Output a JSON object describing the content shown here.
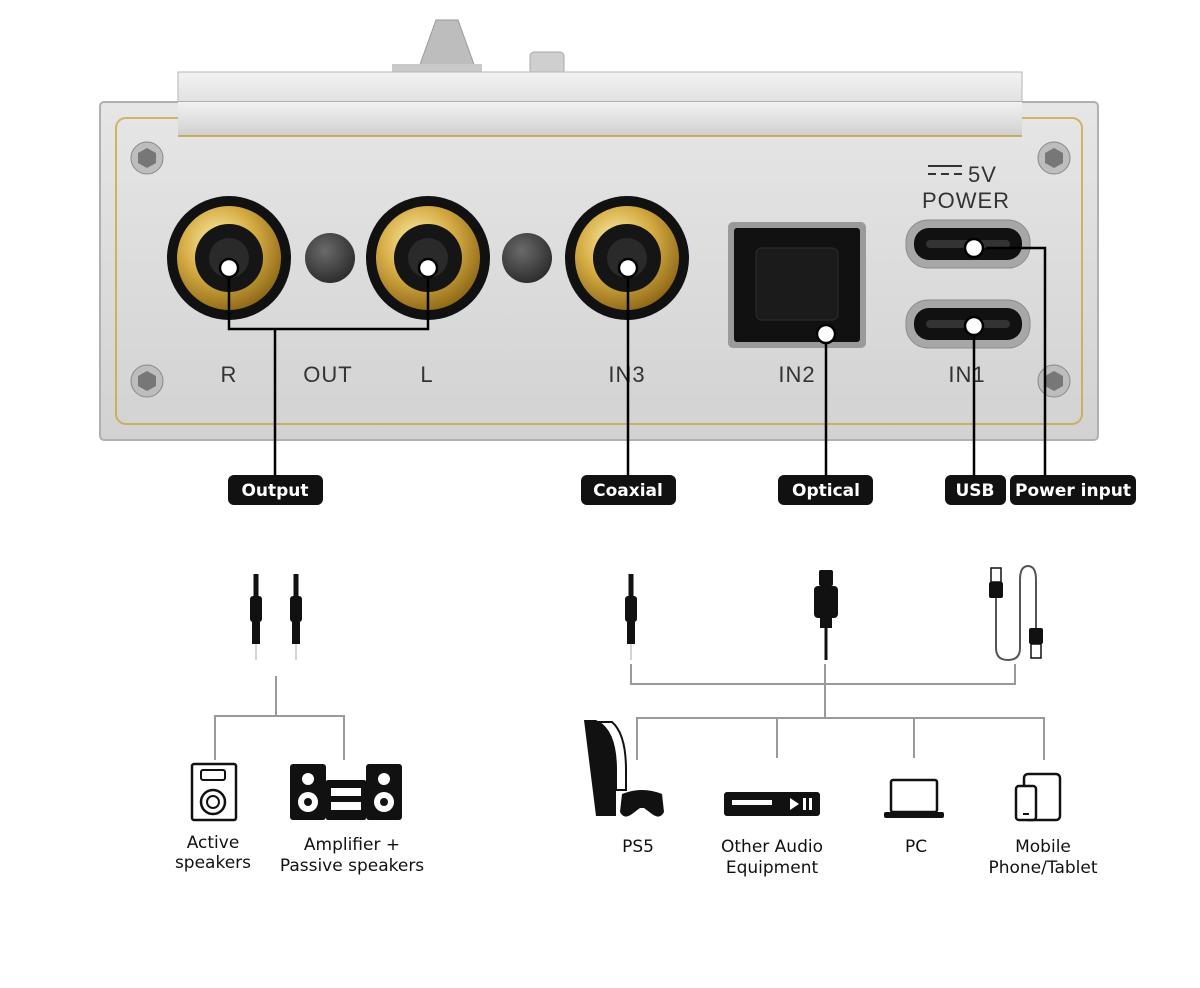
{
  "panel": {
    "power_voltage": "5V",
    "power_label": "POWER",
    "jack_r": "R",
    "jack_out": "OUT",
    "jack_l": "L",
    "jack_in3": "IN3",
    "jack_in2": "IN2",
    "jack_in1": "IN1"
  },
  "badges": {
    "output": "Output",
    "coaxial": "Coaxial",
    "optical": "Optical",
    "usb": "USB",
    "power_input": "Power input"
  },
  "output_devices": {
    "active_line1": "Active",
    "active_line2": "speakers",
    "amp_line1": "Amplifier +",
    "amp_line2": "Passive speakers"
  },
  "input_devices": {
    "ps5": "PS5",
    "audio_line1": "Other Audio",
    "audio_line2": "Equipment",
    "pc": "PC",
    "mobile_line1": "Mobile",
    "mobile_line2": "Phone/Tablet"
  },
  "colors": {
    "panel": "#dcdcdc",
    "gold": "#c9a13b",
    "badge": "#111111"
  },
  "icons": [
    "rca-cable-icon",
    "coax-cable-icon",
    "optical-cable-icon",
    "usb-cable-icon",
    "speaker-icon",
    "stereo-system-icon",
    "ps5-icon",
    "media-player-icon",
    "laptop-icon",
    "phone-tablet-icon"
  ]
}
